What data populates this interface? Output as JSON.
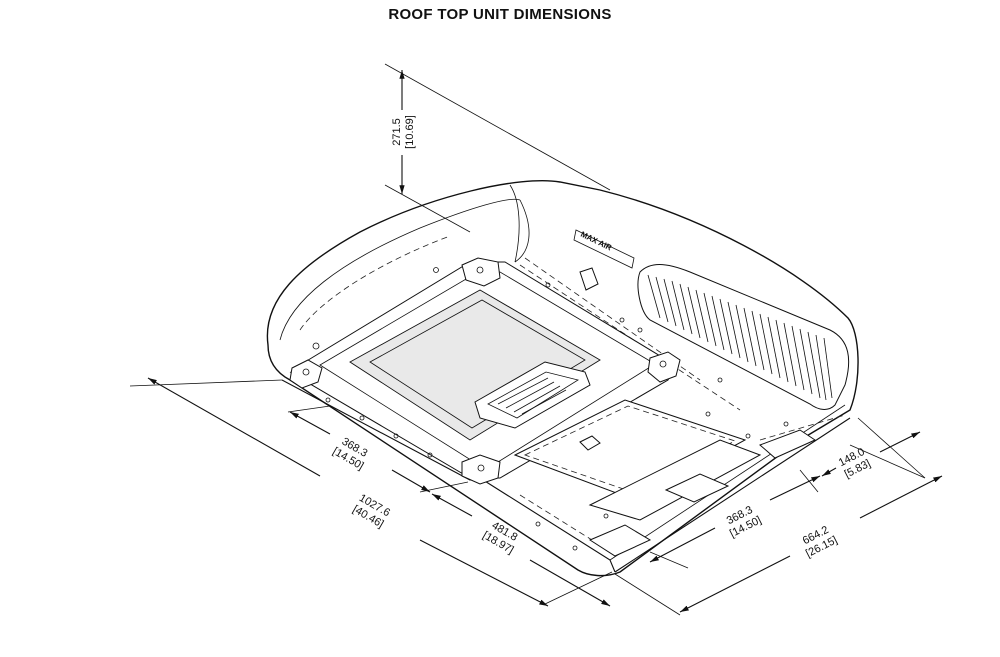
{
  "title": "ROOF TOP UNIT DIMENSIONS",
  "logo": "MAX AIR",
  "dimensions": {
    "height": {
      "mm": "271.5",
      "in": "[10.69]"
    },
    "length_total": {
      "mm": "1027.6",
      "in": "[40.46]"
    },
    "length_front": {
      "mm": "368.3",
      "in": "[14.50]"
    },
    "length_rear": {
      "mm": "481.8",
      "in": "[18.97]"
    },
    "width_total": {
      "mm": "664.2",
      "in": "[26.15]"
    },
    "width_opening": {
      "mm": "368.3",
      "in": "[14.50]"
    },
    "width_offset": {
      "mm": "148.0",
      "in": "[5.83]"
    }
  },
  "colors": {
    "line": "#111111",
    "background": "#ffffff"
  }
}
